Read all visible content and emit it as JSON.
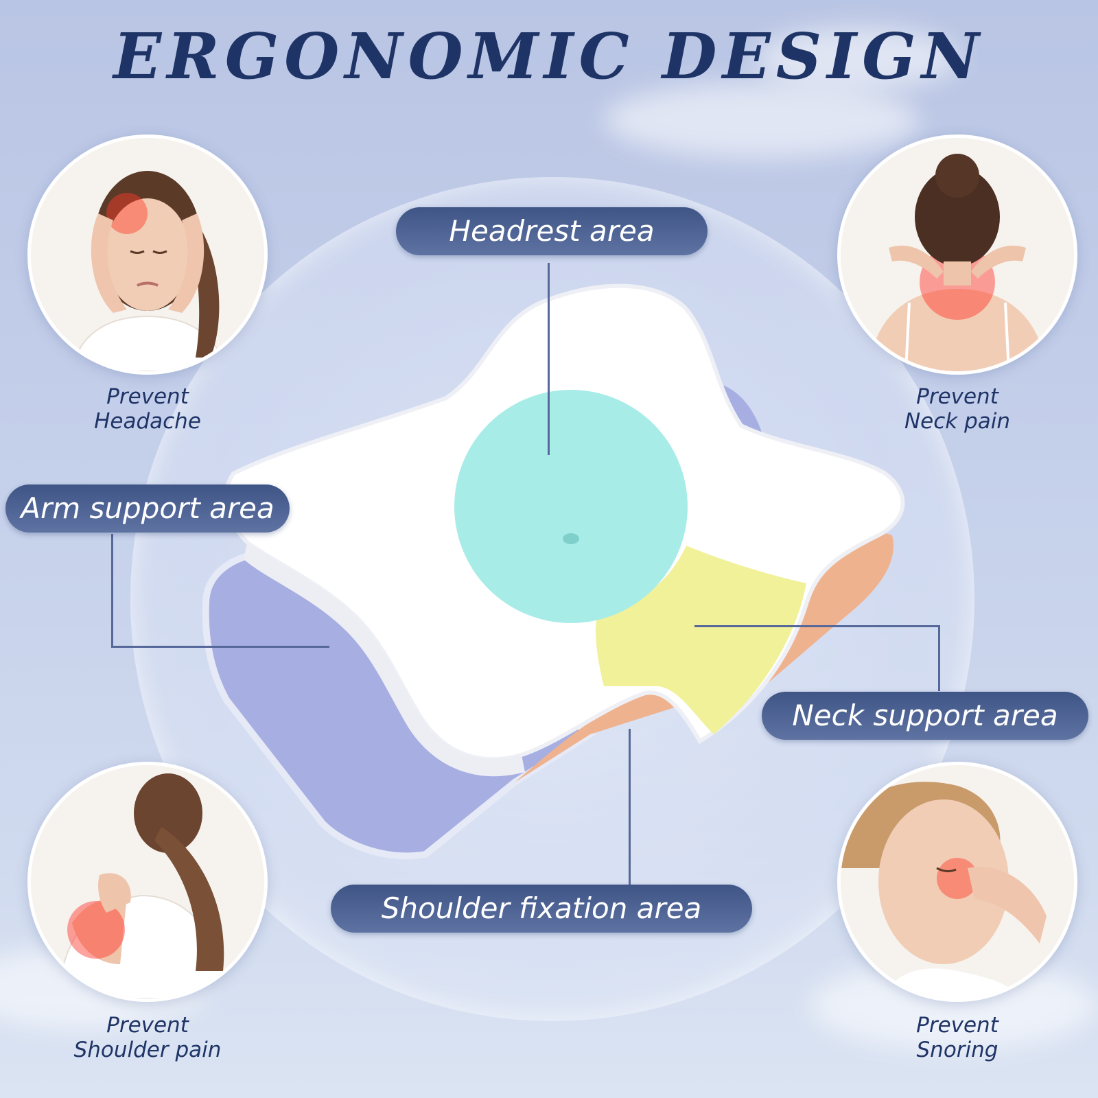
{
  "title": "ERGONOMIC DESIGN",
  "areas": {
    "headrest": "Headrest area",
    "arm": "Arm support area",
    "neck": "Neck support area",
    "shoulder": "Shoulder fixation area"
  },
  "benefits": [
    {
      "line1": "Prevent",
      "line2": "Headache"
    },
    {
      "line1": "Prevent",
      "line2": "Neck pain"
    },
    {
      "line1": "Prevent",
      "line2": "Shoulder pain"
    },
    {
      "line1": "Prevent",
      "line2": "Snoring"
    }
  ],
  "colors": {
    "title": "#1f3466",
    "pill": "#4a5f90",
    "headrest_zone": "#a8ece8",
    "neck_zone": "#f1f19a",
    "arm_zone": "#a6aee2",
    "shoulder_zone": "#efb28e"
  }
}
